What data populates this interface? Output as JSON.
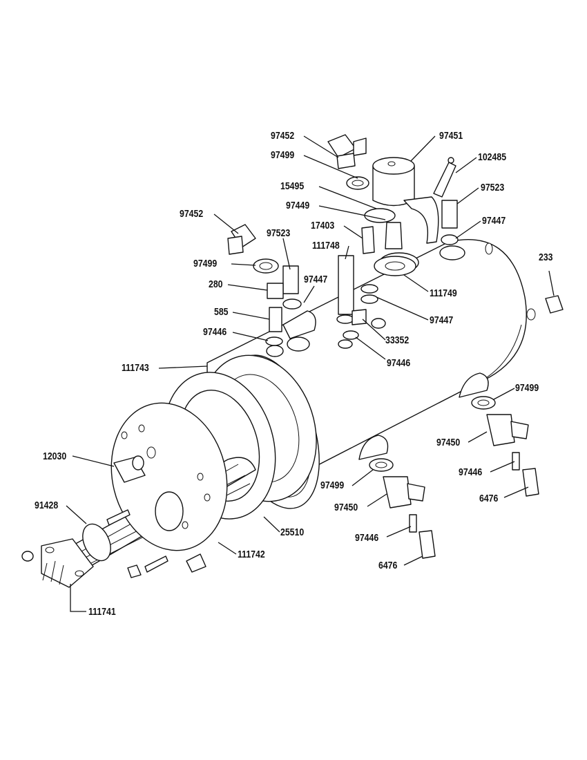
{
  "labels": {
    "l97452a": "97452",
    "l97451": "97451",
    "l97499a": "97499",
    "l102485": "102485",
    "l15495": "15495",
    "l97523a": "97523",
    "l97449": "97449",
    "l97452b": "97452",
    "l97447a": "97447",
    "l17403": "17403",
    "l97523b": "97523",
    "l111748": "111748",
    "l233": "233",
    "l97499b": "97499",
    "l280": "280",
    "l97447b": "97447",
    "l111749": "111749",
    "l97447c": "97447",
    "l585": "585",
    "l97446a": "97446",
    "l33352": "33352",
    "l97446b": "97446",
    "l111743": "111743",
    "l97499c": "97499",
    "l97450a": "97450",
    "l12030": "12030",
    "l97446c": "97446",
    "l6476a": "6476",
    "l97499d": "97499",
    "l91428": "91428",
    "l97450b": "97450",
    "l25510": "25510",
    "l97446d": "97446",
    "l111742": "111742",
    "l6476b": "6476",
    "l111741": "111741"
  }
}
